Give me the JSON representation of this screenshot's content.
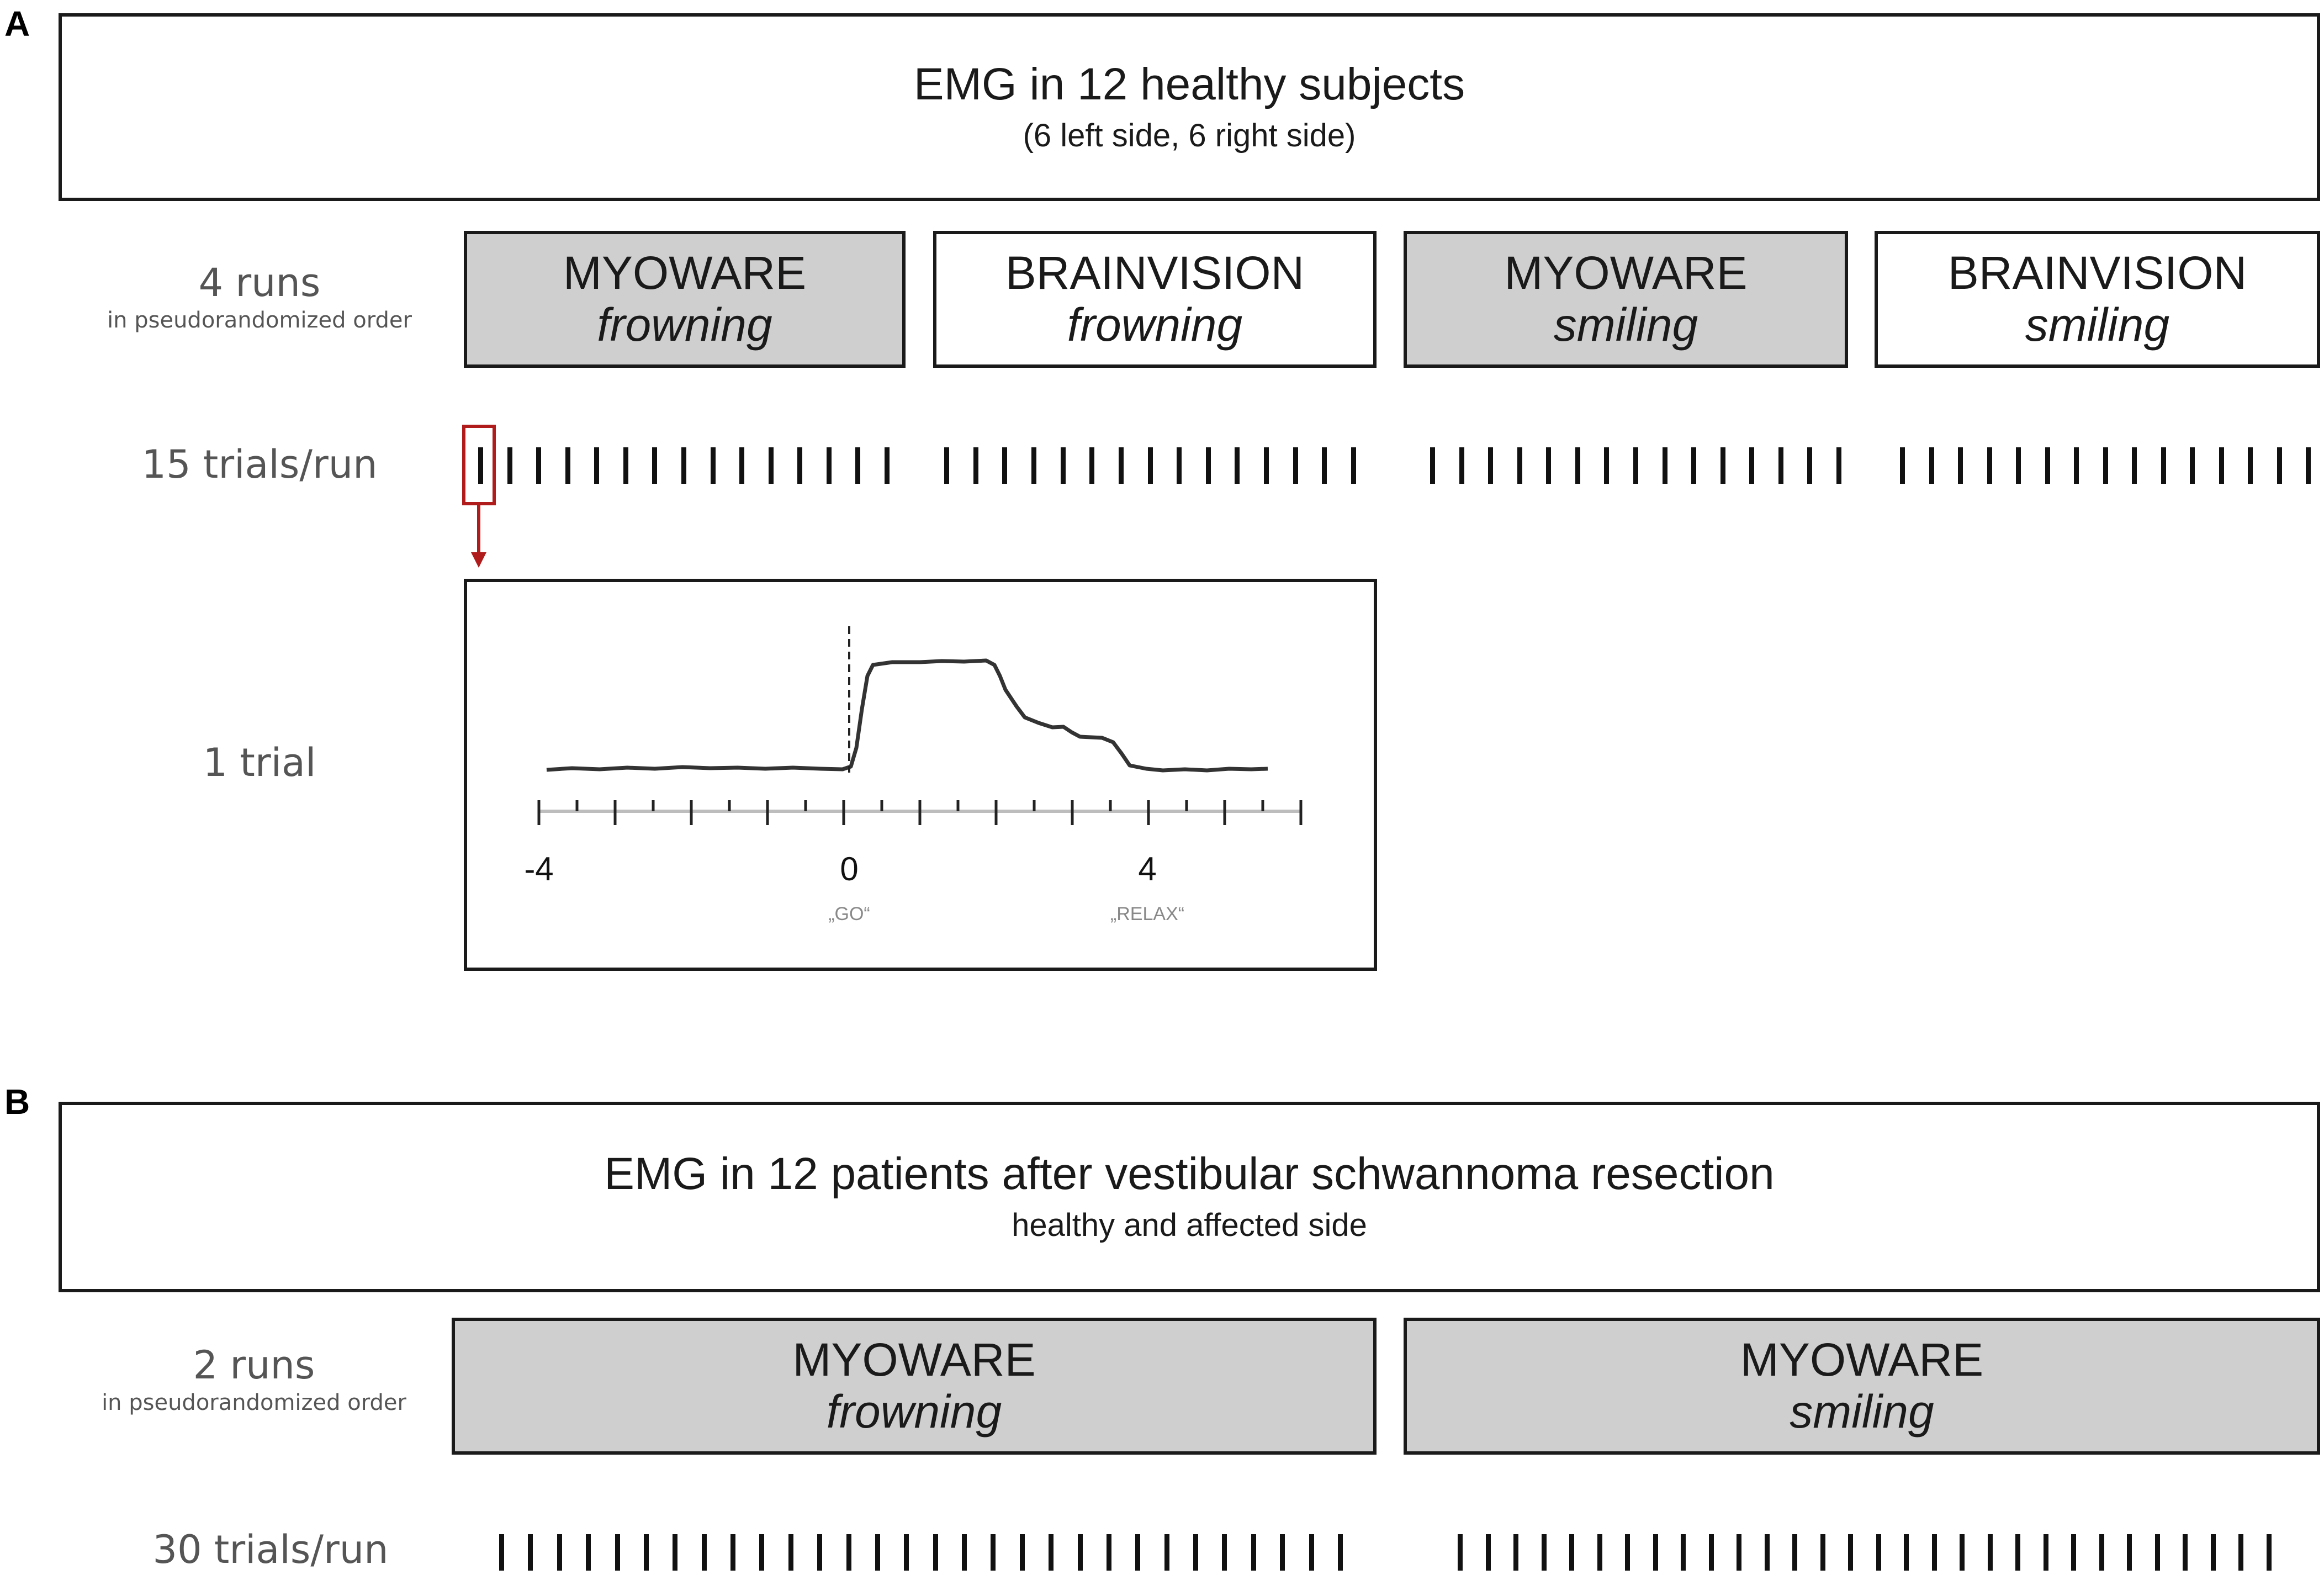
{
  "panels": [
    {
      "letter": "A",
      "title": "EMG in 12 healthy subjects",
      "subtitle": "(6 left side, 6 right side)",
      "runs_label": "4 runs",
      "runs_sub": "in pseudorandomized order",
      "runs": [
        {
          "device": "MYOWARE",
          "task": "frowning",
          "shade": "grey"
        },
        {
          "device": "BRAINVISION",
          "task": "frowning",
          "shade": "white"
        },
        {
          "device": "MYOWARE",
          "task": "smiling",
          "shade": "grey"
        },
        {
          "device": "BRAINVISION",
          "task": "smiling",
          "shade": "white"
        }
      ],
      "trials_label": "15 trials/run",
      "trials_per_run": 15
    },
    {
      "letter": "B",
      "title": "EMG in 12 patients after vestibular schwannoma resection",
      "subtitle": "healthy and affected side",
      "runs_label": "2 runs",
      "runs_sub": "in pseudorandomized order",
      "runs": [
        {
          "device": "MYOWARE",
          "task": "frowning",
          "shade": "grey"
        },
        {
          "device": "MYOWARE",
          "task": "smiling",
          "shade": "grey"
        }
      ],
      "trials_label": "30 trials/run",
      "trials_per_run": 30
    }
  ],
  "single_trial": {
    "label": "1 trial",
    "axis_ticks": [
      "-4",
      "0",
      "4"
    ],
    "axis_range": [
      -4,
      6
    ],
    "cue_go": "„GO“",
    "cue_relax": "„RELAX“"
  },
  "colors": {
    "highlight": "#b01c1c",
    "grey_box": "#d0cfcf",
    "line": "#1a1a1a"
  }
}
